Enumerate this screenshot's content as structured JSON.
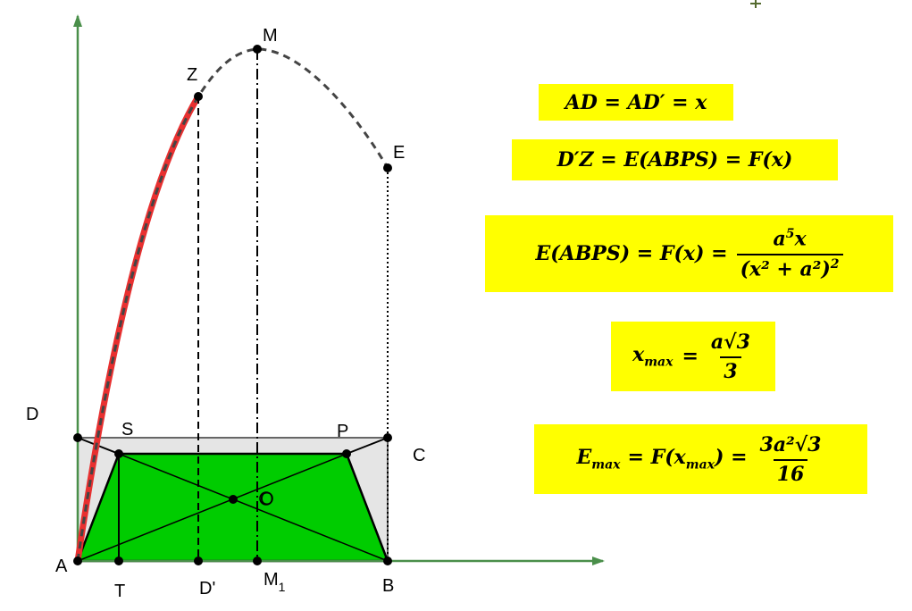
{
  "points": {
    "D": "D",
    "S": "S",
    "P": "P",
    "C": "C",
    "A": "A",
    "T": "T",
    "D_prime": "D'",
    "M1_base": "M",
    "M1_index": "1",
    "B": "B",
    "O": "O",
    "Z": "Z",
    "M": "M",
    "E": "E"
  },
  "formulas": {
    "f1": "AD = AD′ = x",
    "f2": "D′Z = E(ABPS) = F(x)",
    "f3_lhs": "E(ABPS) = F(x) =",
    "f3_num_base": "a",
    "f3_num_exp": "5",
    "f3_num_tail": "x",
    "f3_den": "(x² + a²)",
    "f3_den_exp": "2",
    "f4_lhs_base": "x",
    "f4_lhs_sub": "max",
    "f4_eq": "=",
    "f4_num": "a√3",
    "f4_den": "3",
    "f5_lhs_base": "E",
    "f5_lhs_sub": "max",
    "f5_mid": "= F(x",
    "f5_mid_sub": "max",
    "f5_mid_end": ") =",
    "f5_num": "3a²√3",
    "f5_den": "16"
  },
  "colors": {
    "axis": "#4a8f4a",
    "fill_trapezoid": "#00cc00",
    "fill_rectangle": "#e5e5e5",
    "curve_red": "#e83030",
    "highlight": "#ffff00"
  }
}
